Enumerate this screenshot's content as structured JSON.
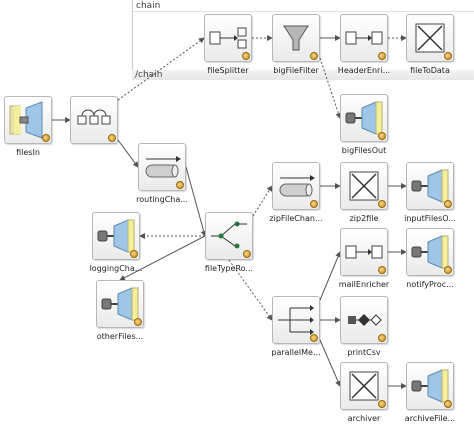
{
  "diagram": {
    "chain_labels": {
      "top": "chain",
      "bottom": "/chain"
    },
    "nodes": [
      {
        "id": "filesIn",
        "label": "filesIn",
        "icon": "inbound-adapter-icon"
      },
      {
        "id": "hub",
        "label": "",
        "icon": "channel-hub-icon"
      },
      {
        "id": "routingChannel",
        "label": "routingCha...",
        "icon": "channel-icon"
      },
      {
        "id": "loggingChannel",
        "label": "loggingCha...",
        "icon": "outbound-adapter-icon"
      },
      {
        "id": "fileTypeRouter",
        "label": "fileTypeRo...",
        "icon": "router-icon"
      },
      {
        "id": "otherFilesOut",
        "label": "otherFiles...",
        "icon": "outbound-adapter-icon"
      },
      {
        "id": "fileSplitter",
        "label": "fileSplitter",
        "icon": "splitter-icon"
      },
      {
        "id": "bigFileFilter",
        "label": "bigFileFilter",
        "icon": "filter-icon"
      },
      {
        "id": "headerEnricher",
        "label": "HeaderEnri...",
        "icon": "enricher-icon"
      },
      {
        "id": "fileToData",
        "label": "fileToData",
        "icon": "transformer-icon"
      },
      {
        "id": "bigFilesOut",
        "label": "bigFilesOut",
        "icon": "outbound-adapter-icon"
      },
      {
        "id": "zipFileChannel",
        "label": "zipFileChan...",
        "icon": "channel-icon"
      },
      {
        "id": "zip2file",
        "label": "zip2file",
        "icon": "transformer-icon"
      },
      {
        "id": "inputFilesOut",
        "label": "inputFilesO...",
        "icon": "outbound-adapter-icon"
      },
      {
        "id": "mailEnricher",
        "label": "mailEnricher",
        "icon": "enricher-icon"
      },
      {
        "id": "notifyProcess",
        "label": "notifyProc...",
        "icon": "outbound-adapter-icon"
      },
      {
        "id": "parallelMessages",
        "label": "parallelMe...",
        "icon": "recipient-list-icon"
      },
      {
        "id": "printCsv",
        "label": "printCsv",
        "icon": "service-activator-icon"
      },
      {
        "id": "archiver",
        "label": "archiver",
        "icon": "transformer-icon"
      },
      {
        "id": "archiveFiles",
        "label": "archiveFile...",
        "icon": "outbound-adapter-icon"
      }
    ],
    "edges": [
      {
        "from": "filesIn",
        "to": "hub",
        "style": "solid"
      },
      {
        "from": "hub",
        "to": "fileSplitter",
        "style": "dashed"
      },
      {
        "from": "hub",
        "to": "routingChannel",
        "style": "solid"
      },
      {
        "from": "fileSplitter",
        "to": "bigFileFilter",
        "style": "dashed"
      },
      {
        "from": "bigFileFilter",
        "to": "headerEnricher",
        "style": "solid"
      },
      {
        "from": "headerEnricher",
        "to": "fileToData",
        "style": "dashed"
      },
      {
        "from": "bigFileFilter",
        "to": "bigFilesOut",
        "style": "dashed"
      },
      {
        "from": "routingChannel",
        "to": "fileTypeRouter",
        "style": "solid"
      },
      {
        "from": "fileTypeRouter",
        "to": "loggingChannel",
        "style": "dashed"
      },
      {
        "from": "fileTypeRouter",
        "to": "otherFilesOut",
        "style": "solid"
      },
      {
        "from": "fileTypeRouter",
        "to": "zipFileChannel",
        "style": "dashed"
      },
      {
        "from": "fileTypeRouter",
        "to": "parallelMessages",
        "style": "dashed"
      },
      {
        "from": "zipFileChannel",
        "to": "zip2file",
        "style": "solid"
      },
      {
        "from": "zip2file",
        "to": "inputFilesOut",
        "style": "solid"
      },
      {
        "from": "parallelMessages",
        "to": "mailEnricher",
        "style": "solid"
      },
      {
        "from": "mailEnricher",
        "to": "notifyProcess",
        "style": "solid"
      },
      {
        "from": "parallelMessages",
        "to": "printCsv",
        "style": "solid"
      },
      {
        "from": "parallelMessages",
        "to": "archiver",
        "style": "solid"
      },
      {
        "from": "archiver",
        "to": "archiveFiles",
        "style": "solid"
      }
    ]
  }
}
